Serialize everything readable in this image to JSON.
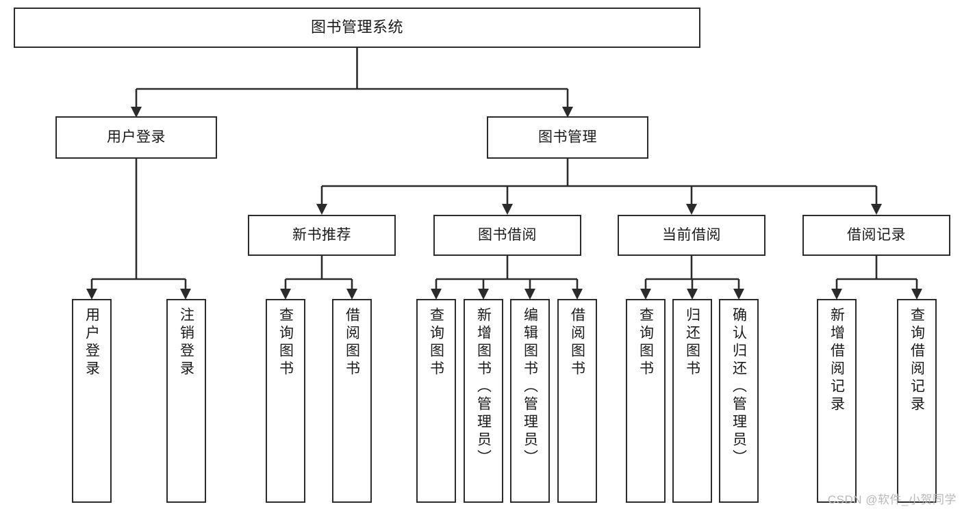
{
  "diagram": {
    "title": "图书管理系统",
    "type": "functional-structure-tree",
    "root": {
      "label": "图书管理系统"
    },
    "level2": [
      {
        "id": "user-login",
        "label": "用户登录"
      },
      {
        "id": "book-management",
        "label": "图书管理"
      }
    ],
    "level3": [
      {
        "id": "new-book-recommend",
        "label": "新书推荐",
        "parent": "book-management"
      },
      {
        "id": "book-borrow",
        "label": "图书借阅",
        "parent": "book-management"
      },
      {
        "id": "current-borrow",
        "label": "当前借阅",
        "parent": "book-management"
      },
      {
        "id": "borrow-record",
        "label": "借阅记录",
        "parent": "book-management"
      }
    ],
    "leaves": [
      {
        "id": "leaf-user-login",
        "label": "用户登录",
        "parent": "user-login"
      },
      {
        "id": "leaf-logout",
        "label": "注销登录",
        "parent": "user-login"
      },
      {
        "id": "leaf-query-book-1",
        "label": "查询图书",
        "parent": "new-book-recommend"
      },
      {
        "id": "leaf-borrow-book-1",
        "label": "借阅图书",
        "parent": "new-book-recommend"
      },
      {
        "id": "leaf-query-book-2",
        "label": "查询图书",
        "parent": "book-borrow"
      },
      {
        "id": "leaf-add-book",
        "label": "新增图书（管理员）",
        "parent": "book-borrow"
      },
      {
        "id": "leaf-edit-book",
        "label": "编辑图书（管理员）",
        "parent": "book-borrow"
      },
      {
        "id": "leaf-borrow-book-2",
        "label": "借阅图书",
        "parent": "book-borrow"
      },
      {
        "id": "leaf-query-book-3",
        "label": "查询图书",
        "parent": "current-borrow"
      },
      {
        "id": "leaf-return-book",
        "label": "归还图书",
        "parent": "current-borrow"
      },
      {
        "id": "leaf-confirm-return",
        "label": "确认归还（管理员）",
        "parent": "current-borrow"
      },
      {
        "id": "leaf-add-record",
        "label": "新增借阅记录",
        "parent": "borrow-record"
      },
      {
        "id": "leaf-query-record",
        "label": "查询借阅记录",
        "parent": "borrow-record"
      }
    ],
    "watermark": "CSDN @软件_小贺同学",
    "colors": {
      "stroke": "#2b2b2b",
      "fill": "#ffffff",
      "text": "#1a1a1a",
      "watermark": "#b8b8b8"
    }
  }
}
